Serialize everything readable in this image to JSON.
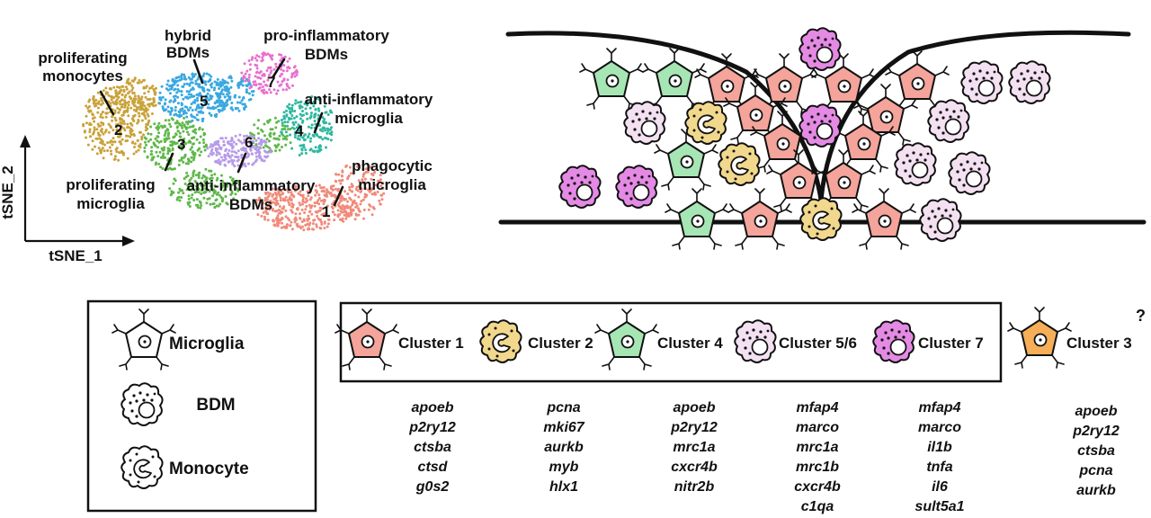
{
  "tsne": {
    "axis_x": "tSNE_1",
    "axis_y": "tSNE_2",
    "clusters": [
      {
        "id": "1",
        "color": "#f08a7a"
      },
      {
        "id": "2",
        "color": "#c9a23a"
      },
      {
        "id": "3",
        "color": "#5fb84a"
      },
      {
        "id": "4",
        "color": "#2fb8a0"
      },
      {
        "id": "5",
        "color": "#3aa8e0"
      },
      {
        "id": "6",
        "color": "#b79ae8"
      },
      {
        "id": "7",
        "color": "#e870d0"
      }
    ],
    "labels": {
      "prolif_mono_1": "proliferating",
      "prolif_mono_2": "monocytes",
      "hybrid_1": "hybrid",
      "hybrid_2": "BDMs",
      "proinf_1": "pro-inflammatory",
      "proinf_2": "BDMs",
      "antiinf_micro_1": "anti-inflammatory",
      "antiinf_micro_2": "microglia",
      "phago_1": "phagocytic",
      "phago_2": "microglia",
      "prolif_micro_1": "proliferating",
      "prolif_micro_2": "microglia",
      "antiinf_bdm_1": "anti-inflammatory",
      "antiinf_bdm_2": "BDMs"
    }
  },
  "legend": {
    "items": [
      {
        "label": "Microglia",
        "icon": "microglia-icon"
      },
      {
        "label": "BDM",
        "icon": "bdm-icon"
      },
      {
        "label": "Monocyte",
        "icon": "monocyte-icon"
      }
    ]
  },
  "clusters_row": {
    "items": [
      {
        "label": "Cluster 1",
        "icon": "microglia-icon",
        "color": "#f4a49a"
      },
      {
        "label": "Cluster 2",
        "icon": "monocyte-icon",
        "color": "#f1d88c"
      },
      {
        "label": "Cluster 4",
        "icon": "microglia-icon",
        "color": "#a6e6b4"
      },
      {
        "label": "Cluster 5/6",
        "icon": "bdm-icon",
        "color": "#f3e0f1"
      },
      {
        "label": "Cluster 7",
        "icon": "bdm-icon",
        "color": "#e48ae4"
      }
    ],
    "outside": {
      "label": "Cluster 3",
      "icon": "microglia-icon",
      "color": "#f6ae58",
      "mark": "?"
    }
  },
  "genes": {
    "cluster1": [
      "apoeb",
      "p2ry12",
      "ctsba",
      "ctsd",
      "g0s2"
    ],
    "cluster2": [
      "pcna",
      "mki67",
      "aurkb",
      "myb",
      "hlx1"
    ],
    "cluster4": [
      "apoeb",
      "p2ry12",
      "mrc1a",
      "cxcr4b",
      "nitr2b"
    ],
    "cluster56": [
      "mfap4",
      "marco",
      "mrc1a",
      "mrc1b",
      "cxcr4b",
      "c1qa"
    ],
    "cluster7": [
      "mfap4",
      "marco",
      "il1b",
      "tnfa",
      "il6",
      "sult5a1"
    ],
    "cluster3": [
      "apoeb",
      "p2ry12",
      "ctsba",
      "pcna",
      "aurkb"
    ]
  },
  "colors": {
    "microglia_pink": "#f4a49a",
    "microglia_green": "#a6e6b4",
    "bdm_light": "#f3e0f1",
    "bdm_magenta": "#e48ae4",
    "monocyte_yellow": "#f1d88c",
    "microglia_orange": "#f6ae58"
  }
}
